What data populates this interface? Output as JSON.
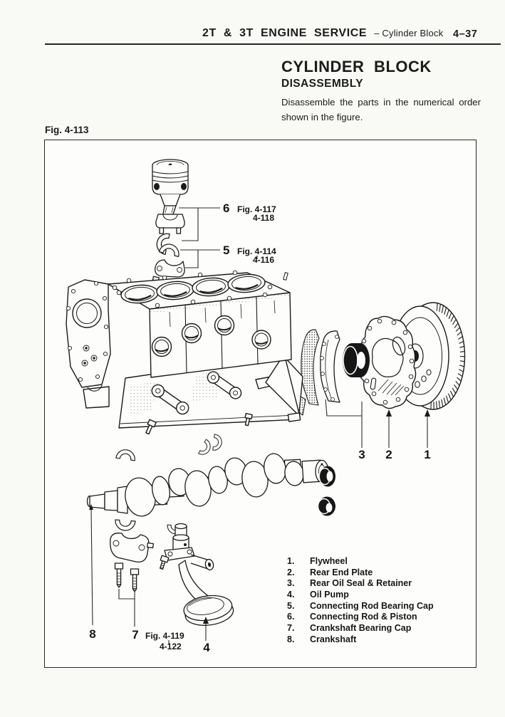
{
  "header": {
    "title": "2T & 3T ENGINE SERVICE",
    "section": "– Cylinder Block",
    "page_number": "4–37"
  },
  "section": {
    "title": "CYLINDER BLOCK",
    "subtitle": "DISASSEMBLY",
    "body_line1": "Disassemble the parts in the numerical order",
    "body_line2": "shown in the figure."
  },
  "figure": {
    "label": "Fig. 4-113",
    "callouts": {
      "c6": {
        "num": "6",
        "ref1": "Fig. 4-117",
        "ref2": "4-118"
      },
      "c5": {
        "num": "5",
        "ref1": "Fig. 4-114",
        "ref2": "4-116"
      },
      "c3": {
        "num": "3"
      },
      "c2": {
        "num": "2"
      },
      "c1": {
        "num": "1"
      },
      "c8": {
        "num": "8"
      },
      "c7": {
        "num": "7",
        "ref1": "Fig. 4-119",
        "ref2": "4-122"
      },
      "c4": {
        "num": "4"
      }
    },
    "parts": [
      {
        "num": "1.",
        "name": "Flywheel"
      },
      {
        "num": "2.",
        "name": "Rear End Plate"
      },
      {
        "num": "3.",
        "name": "Rear Oil Seal & Retainer"
      },
      {
        "num": "4.",
        "name": "Oil Pump"
      },
      {
        "num": "5.",
        "name": "Connecting Rod Bearing Cap"
      },
      {
        "num": "6.",
        "name": "Connecting Rod & Piston"
      },
      {
        "num": "7.",
        "name": "Crankshaft Bearing Cap"
      },
      {
        "num": "8.",
        "name": "Crankshaft"
      }
    ]
  },
  "colors": {
    "ink": "#1b1b1b",
    "paper": "#f9f9f6"
  }
}
